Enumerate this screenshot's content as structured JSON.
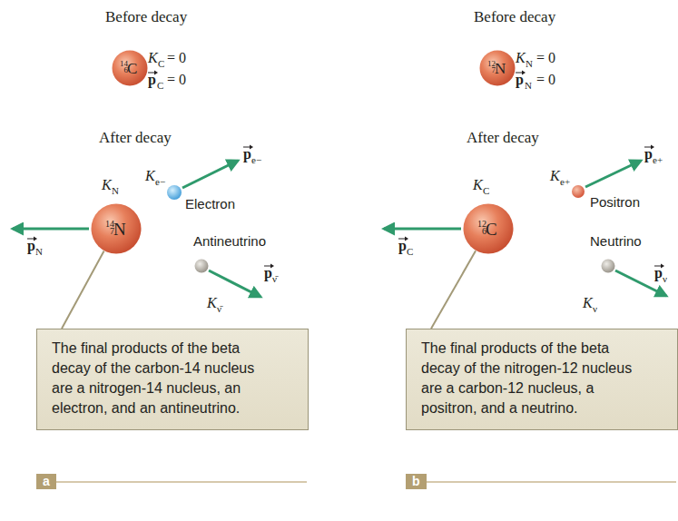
{
  "diagram": {
    "nodes": [
      {
        "text": [
          "14",
          "6",
          "C"
        ]
      },
      {
        "text": [
          "14",
          "7",
          "N"
        ]
      },
      {
        "text": [
          "The final products of the beta decay of the carbon-14 nucleus are a nitrogen-14 nucleus, an electron, and an antineutrino."
        ]
      },
      {
        "text": [
          "a"
        ]
      },
      {
        "text": [
          "12",
          "7",
          "N"
        ]
      },
      {
        "text": [
          "12",
          "6",
          "C"
        ]
      },
      {
        "text": [
          "The final products of the beta decay of the nitrogen-12 nucleus are a carbon-12 nucleus, a positron, and a neutrino."
        ]
      },
      {
        "text": [
          "b"
        ]
      }
    ],
    "edges": [
      {
        "from": 1,
        "to": 2,
        "arrow": "none"
      },
      {
        "from": 5,
        "to": 6,
        "arrow": "none"
      }
    ],
    "labels": [
      "Before decay",
      "K",
      "C",
      "= 0",
      "p",
      "C",
      "= 0",
      "After decay",
      "K",
      "N",
      "p",
      "N",
      "K",
      "e−",
      "p",
      "e−",
      "Electron",
      "Antineutrino",
      "p",
      "ν̄",
      "K",
      "ν̄",
      "Before decay",
      "K",
      "N",
      "= 0",
      "p",
      "N",
      "= 0",
      "After decay",
      "K",
      "C",
      "p",
      "C",
      "K",
      "e+",
      "p",
      "e+",
      "Positron",
      "Neutrino",
      "p",
      "ν",
      "K",
      "ν"
    ]
  }
}
